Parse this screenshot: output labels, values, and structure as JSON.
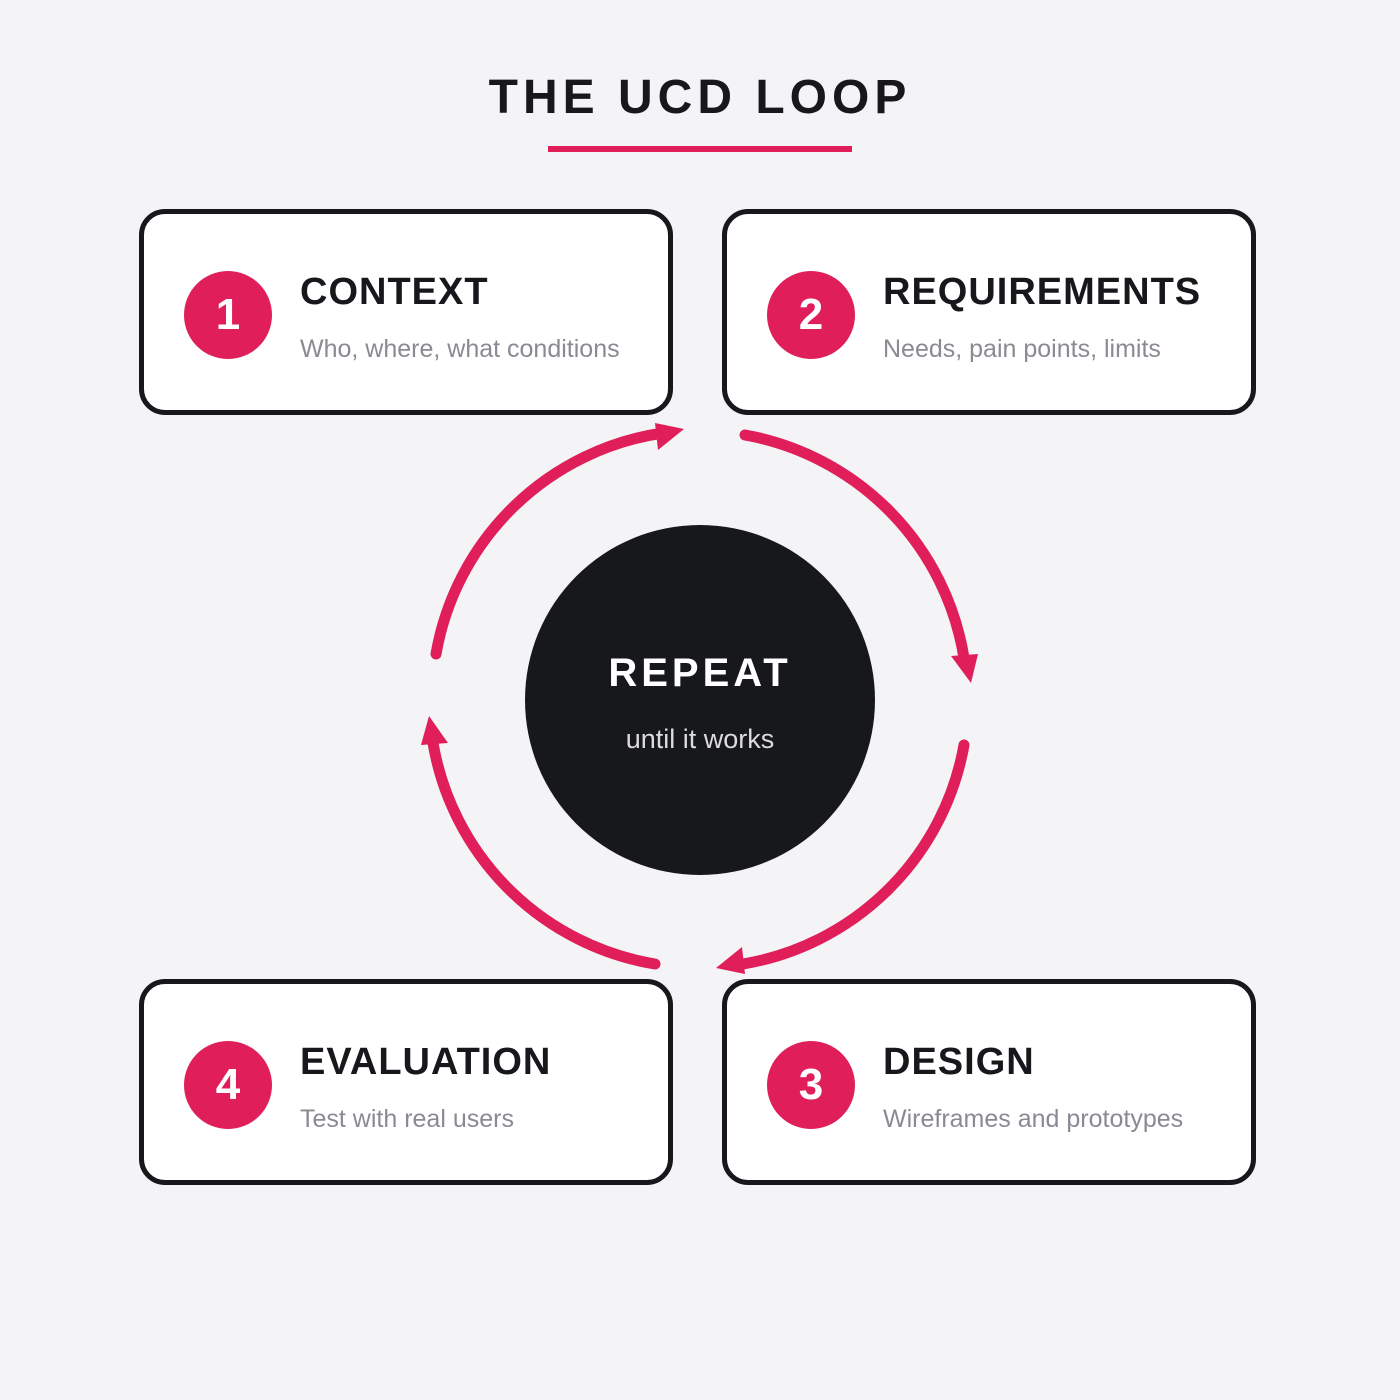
{
  "title": "THE UCD LOOP",
  "colors": {
    "accent": "#e01e5a",
    "dark": "#17171c",
    "background": "#f4f4f6",
    "card_background": "#ffffff",
    "description_text": "#8a8a92"
  },
  "steps": [
    {
      "number": "1",
      "title": "CONTEXT",
      "description": "Who, where, what conditions"
    },
    {
      "number": "2",
      "title": "REQUIREMENTS",
      "description": "Needs, pain points, limits"
    },
    {
      "number": "3",
      "title": "DESIGN",
      "description": "Wireframes and prototypes"
    },
    {
      "number": "4",
      "title": "EVALUATION",
      "description": "Test with real users"
    }
  ],
  "center": {
    "title": "REPEAT",
    "subtitle": "until it works"
  }
}
